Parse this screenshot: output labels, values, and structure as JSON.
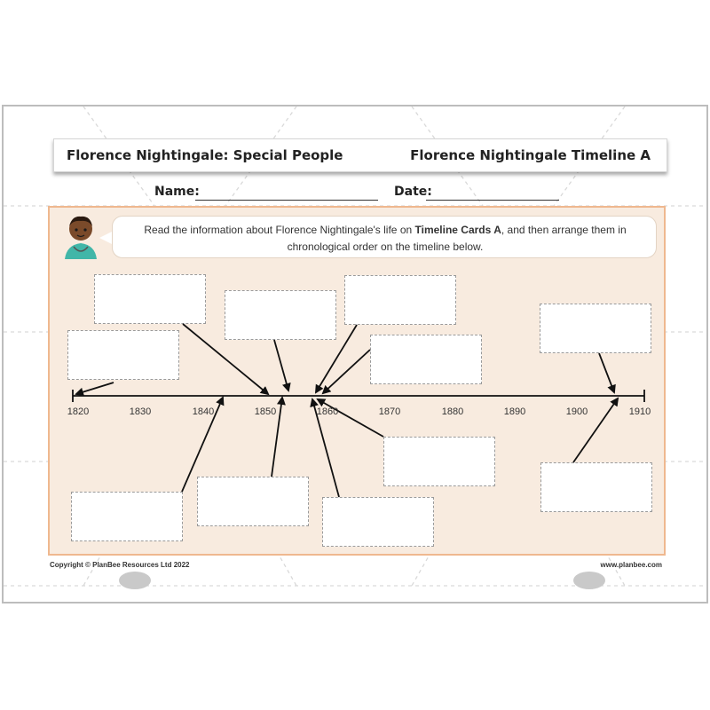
{
  "header": {
    "title": "Florence Nightingale: Special People",
    "subtitle": "Florence Nightingale Timeline A"
  },
  "form": {
    "name_label": "Name:",
    "date_label": "Date:"
  },
  "instructions": {
    "before_bold": "Read the information about Florence Nightingale's life on ",
    "bold": "Timeline Cards A",
    "after_bold": ", and then arrange them in",
    "line2": "chronological order on the timeline below."
  },
  "timeline": {
    "years": [
      "1820",
      "1830",
      "1840",
      "1850",
      "1860",
      "1870",
      "1880",
      "1890",
      "1900",
      "1910"
    ]
  },
  "footer": {
    "copyright": "Copyright © PlanBee Resources Ltd 2022",
    "website": "www.planbee.com"
  },
  "colors": {
    "panel_background": "#f8ebdf",
    "panel_border": "#efb88f"
  }
}
